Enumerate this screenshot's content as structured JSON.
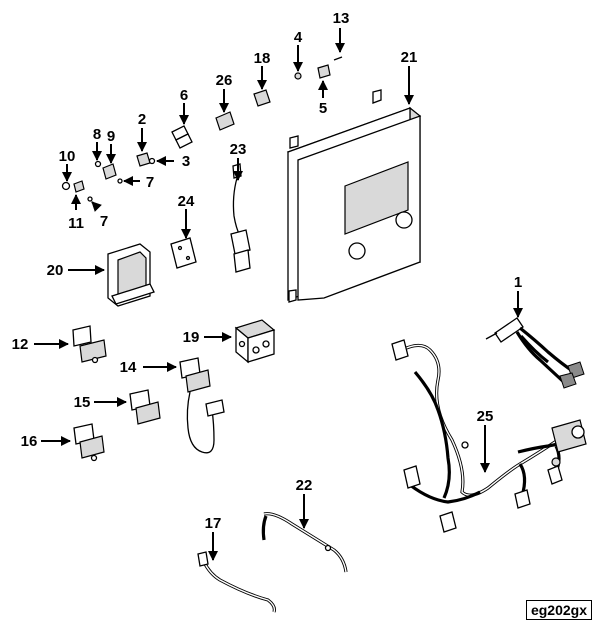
{
  "figure_id": "eg202gx",
  "callouts": {
    "c1": "1",
    "c2": "2",
    "c3": "3",
    "c4": "4",
    "c5": "5",
    "c6": "6",
    "c7a": "7",
    "c7b": "7",
    "c8": "8",
    "c9": "9",
    "c10": "10",
    "c11": "11",
    "c12": "12",
    "c13": "13",
    "c14": "14",
    "c15": "15",
    "c16": "16",
    "c17": "17",
    "c18": "18",
    "c19": "19",
    "c20": "20",
    "c21": "21",
    "c22": "22",
    "c23": "23",
    "c24": "24",
    "c25": "25",
    "c26": "26"
  },
  "colors": {
    "ink": "#000000",
    "paper": "#ffffff",
    "shade": "#d9d9d9",
    "dark": "#8a8a8a"
  }
}
